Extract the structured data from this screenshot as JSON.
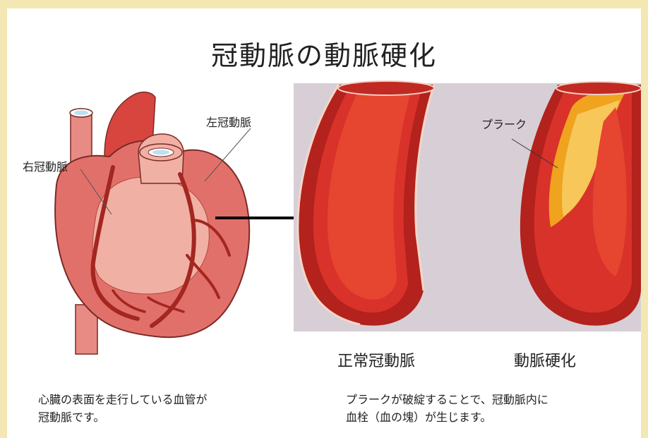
{
  "title": "冠動脈の動脈硬化",
  "labels": {
    "right_coronary": "右冠動脈",
    "left_coronary": "左冠動脈",
    "plaque": "プラーク"
  },
  "vessel_labels": {
    "normal": "正常冠動脈",
    "sclerosis": "動脈硬化"
  },
  "captions": {
    "left_line1": "心臓の表面を走行している血管が",
    "left_line2": "冠動脈です。",
    "right_line1": "プラークが破綻することで、冠動脈内に",
    "right_line2": "血栓（血の塊）が生じます。"
  },
  "colors": {
    "frame": "#f3e8b4",
    "heart_muscle": "#e2706a",
    "heart_light": "#f1b0a4",
    "vessel_red": "#d8231c",
    "plaque": "#f0a31e",
    "photo_bg": "#d8cfd6"
  }
}
